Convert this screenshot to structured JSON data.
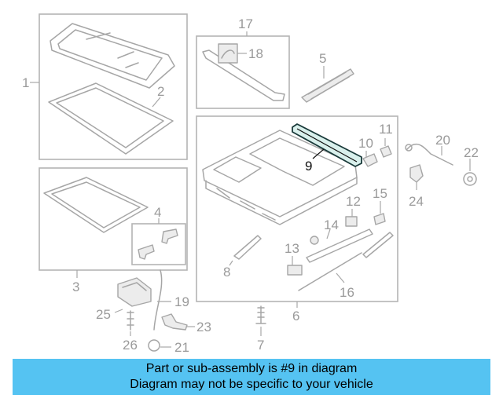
{
  "diagram": {
    "labels": {
      "p1": "1",
      "p2": "2",
      "p3": "3",
      "p4": "4",
      "p5": "5",
      "p6": "6",
      "p7": "7",
      "p8": "8",
      "p9": "9",
      "p10": "10",
      "p11": "11",
      "p12": "12",
      "p13": "13",
      "p14": "14",
      "p15": "15",
      "p16": "16",
      "p17": "17",
      "p18": "18",
      "p19": "19",
      "p20": "20",
      "p21": "21",
      "p22": "22",
      "p23": "23",
      "p24": "24",
      "p25": "25",
      "p26": "26"
    },
    "highlighted_part": "9",
    "highlight_color": "#d9f0ec"
  },
  "banner": {
    "line1": "Part or sub-assembly is #9 in diagram",
    "line2": "Diagram may not be specific to your vehicle",
    "color": "#55c3f2"
  }
}
